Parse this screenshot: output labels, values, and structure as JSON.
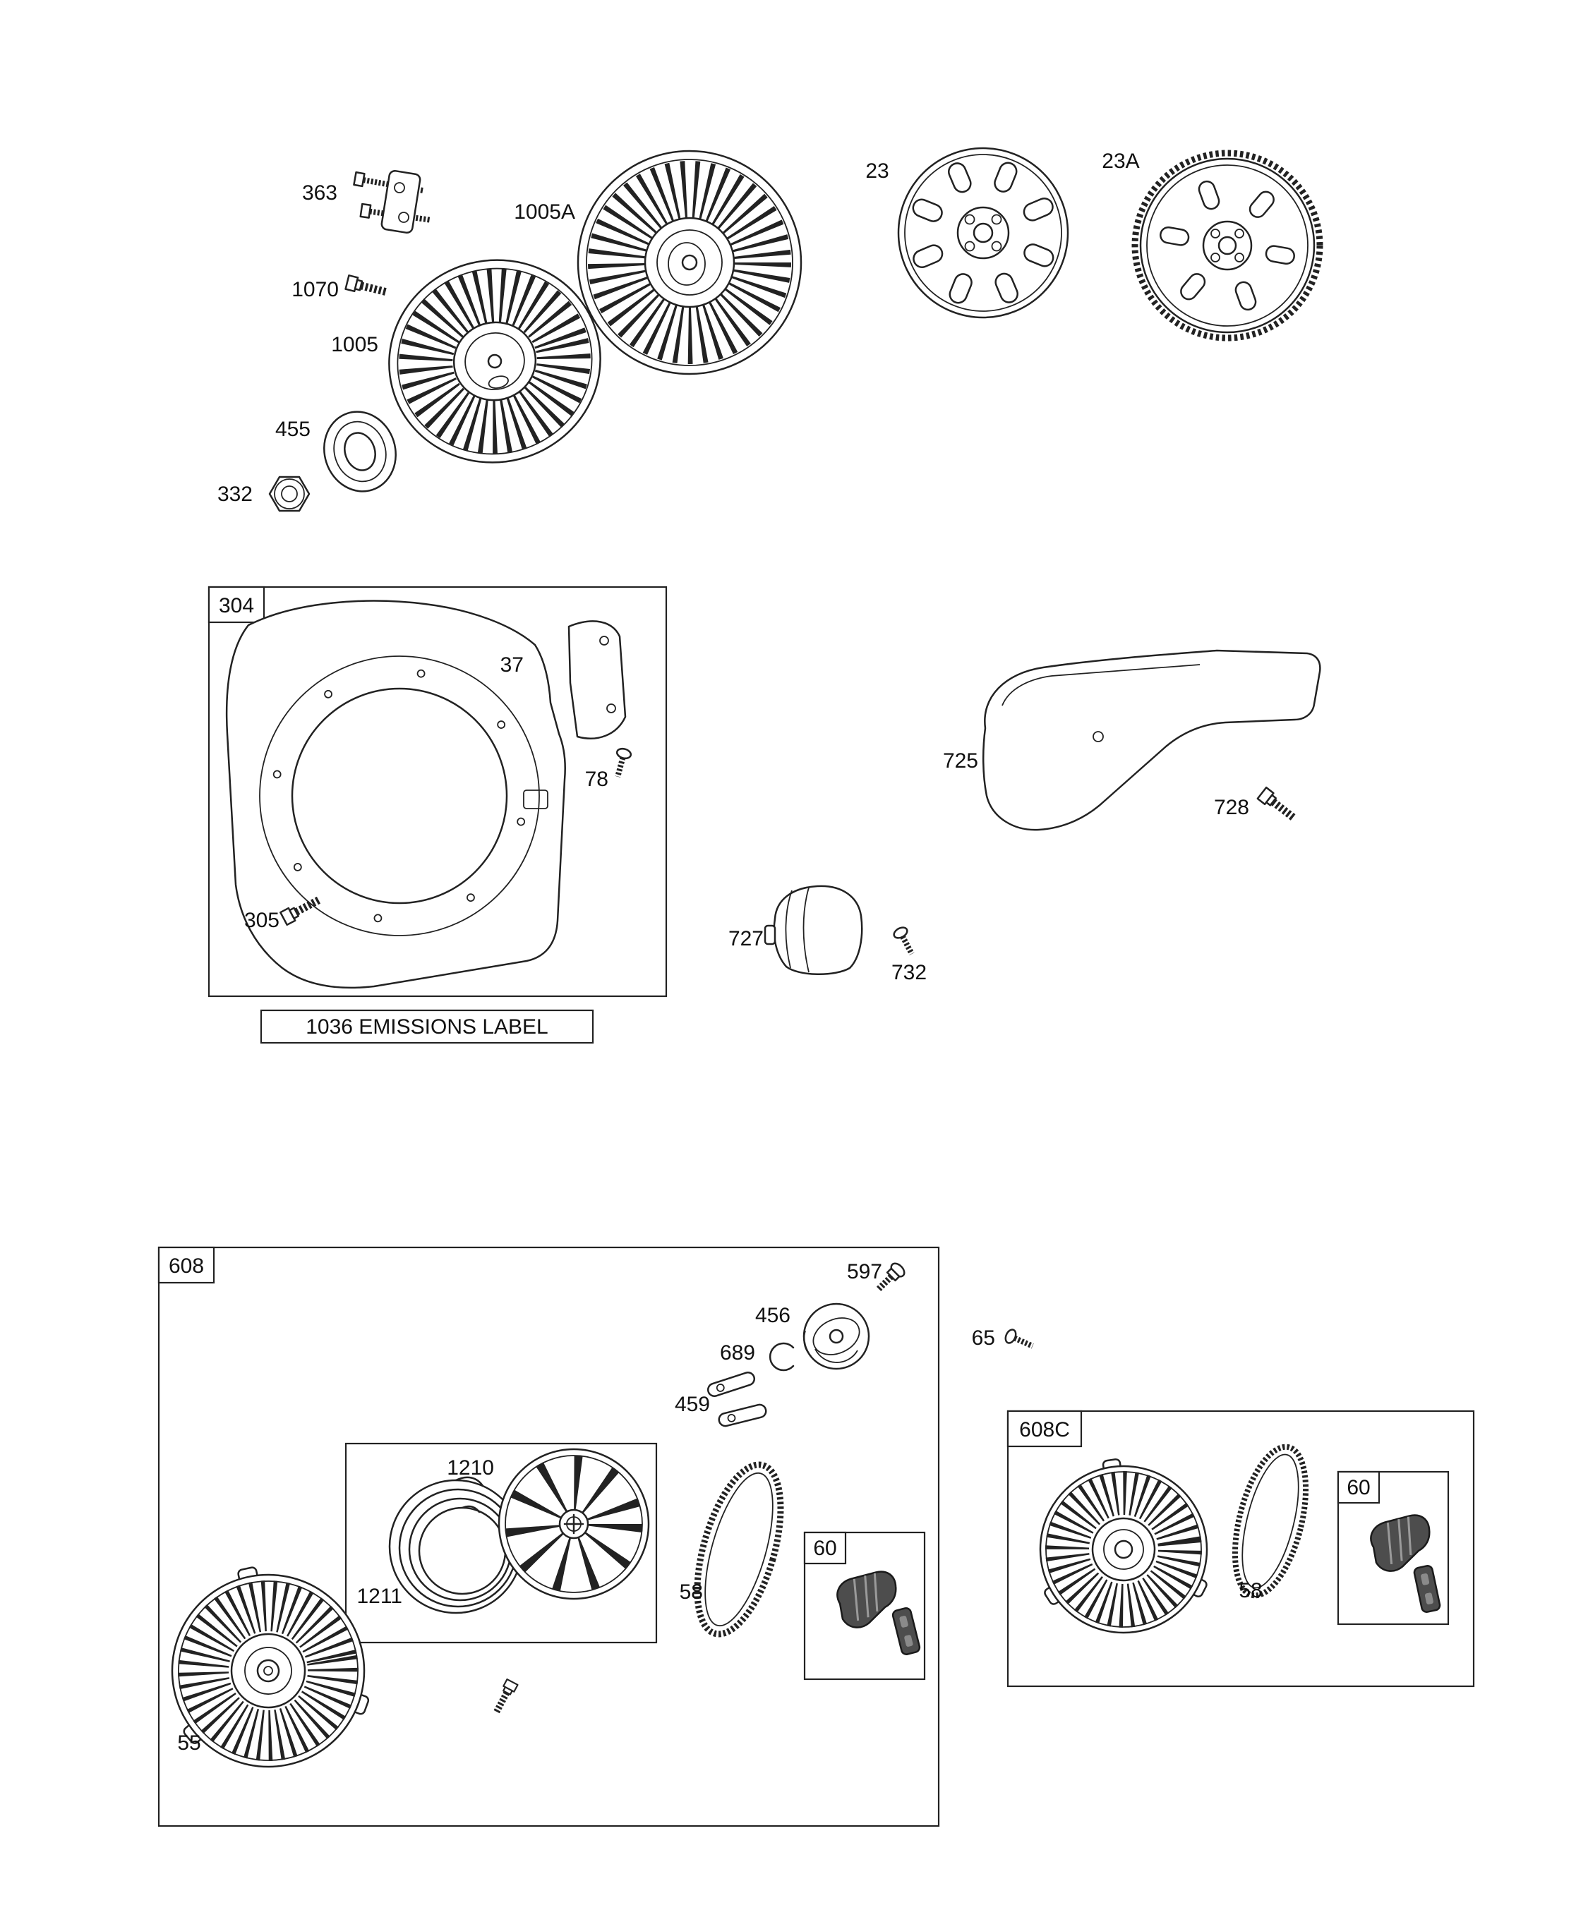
{
  "diagram": {
    "background": "#ffffff",
    "line_color": "#222222",
    "text_color": "#111111",
    "labels": {
      "l363": "363",
      "l1005A": "1005A",
      "l23": "23",
      "l23A": "23A",
      "l1070": "1070",
      "l1005": "1005",
      "l455": "455",
      "l332": "332",
      "l304": "304",
      "l37": "37",
      "l78": "78",
      "l305": "305",
      "emissions": "1036 EMISSIONS LABEL",
      "l725": "725",
      "l728": "728",
      "l727": "727",
      "l732": "732",
      "l608": "608",
      "l597": "597",
      "l456": "456",
      "l689": "689",
      "l459": "459",
      "l65": "65",
      "l1210": "1210",
      "l1211": "1211",
      "l58a": "58",
      "l60a": "60",
      "l55": "55",
      "l608C": "608C",
      "l58b": "58",
      "l60b": "60"
    }
  }
}
